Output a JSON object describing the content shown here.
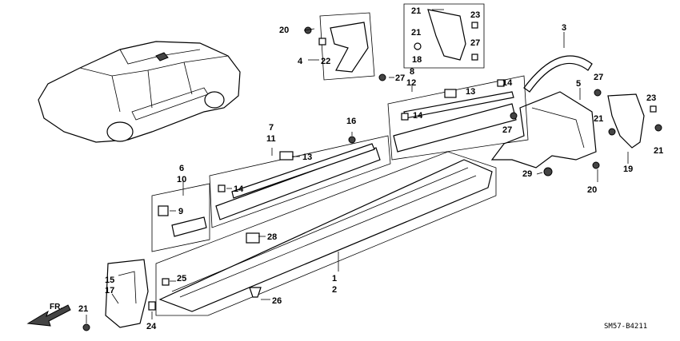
{
  "diagram_code": "SM57-B4211",
  "direction_label": "FR.",
  "callouts": [
    {
      "id": "1",
      "text": "1"
    },
    {
      "id": "2",
      "text": "2"
    },
    {
      "id": "3",
      "text": "3"
    },
    {
      "id": "4",
      "text": "4"
    },
    {
      "id": "5",
      "text": "5"
    },
    {
      "id": "6",
      "text": "6"
    },
    {
      "id": "7",
      "text": "7"
    },
    {
      "id": "8",
      "text": "8"
    },
    {
      "id": "9",
      "text": "9"
    },
    {
      "id": "10",
      "text": "10"
    },
    {
      "id": "11",
      "text": "11"
    },
    {
      "id": "12",
      "text": "12"
    },
    {
      "id": "13",
      "text": "13"
    },
    {
      "id": "14",
      "text": "14"
    },
    {
      "id": "15",
      "text": "15"
    },
    {
      "id": "16",
      "text": "16"
    },
    {
      "id": "17",
      "text": "17"
    },
    {
      "id": "18",
      "text": "18"
    },
    {
      "id": "19",
      "text": "19"
    },
    {
      "id": "20",
      "text": "20"
    },
    {
      "id": "21",
      "text": "21"
    },
    {
      "id": "22",
      "text": "22"
    },
    {
      "id": "23",
      "text": "23"
    },
    {
      "id": "24",
      "text": "24"
    },
    {
      "id": "25",
      "text": "25"
    },
    {
      "id": "26",
      "text": "26"
    },
    {
      "id": "27",
      "text": "27"
    },
    {
      "id": "28",
      "text": "28"
    },
    {
      "id": "29",
      "text": "29"
    }
  ]
}
